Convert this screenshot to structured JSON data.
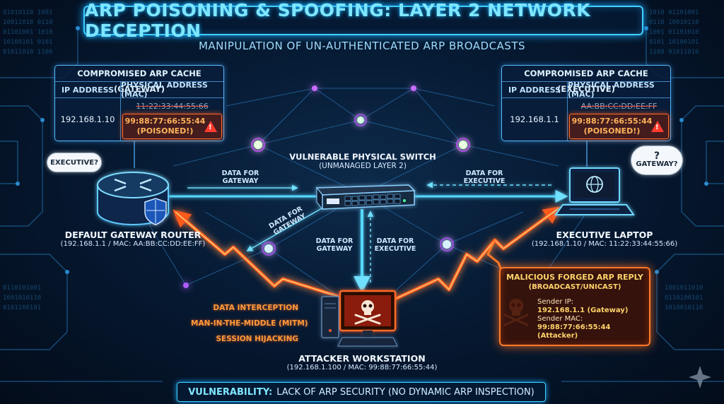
{
  "title": "ARP POISONING & SPOOFING: LAYER 2 NETWORK DECEPTION",
  "subtitle": "MANIPULATION OF UN-AUTHENTICATED ARP BROADCASTS",
  "cache_gateway": {
    "title": "COMPROMISED ARP CACHE (GATEWAY)",
    "col_ip": "IP ADDRESS",
    "col_mac": "PHYSICAL ADDRESS (MAC)",
    "ip": "192.168.1.10",
    "old_mac": "11:22:33:44:55:66",
    "new_mac": "99:88:77:66:55:44",
    "status": "(POISONED!)"
  },
  "cache_exec": {
    "title": "COMPROMISED ARP CACHE (EXECUTIVE)",
    "col_ip": "IP ADDRESS",
    "col_mac": "PHYSICAL ADDRESS (MAC)",
    "ip": "192.168.1.1",
    "old_mac": "AA:BB:CC:DD:EE:FF",
    "new_mac": "99:88:77:66:55:44",
    "status": "(POISONED!)"
  },
  "router": {
    "name": "DEFAULT GATEWAY ROUTER",
    "sub": "(192.168.1.1 / MAC: AA:BB:CC:DD:EE:FF)",
    "thought": "EXECUTIVE?"
  },
  "laptop": {
    "name": "EXECUTIVE LAPTOP",
    "sub": "(192.168.1.10 / MAC: 11:22:33:44:55:66)",
    "thought_q": "?",
    "thought": "GATEWAY?"
  },
  "switch": {
    "name": "VULNERABLE PHYSICAL SWITCH",
    "sub": "(UNMANAGED LAYER 2)"
  },
  "attacker": {
    "name": "ATTACKER WORKSTATION",
    "sub": "(192.168.1.100 / MAC: 99:88:77:66:55:44)",
    "threats": [
      "DATA INTERCEPTION",
      "MAN-IN-THE-MIDDLE (MITM)",
      "SESSION HIJACKING"
    ]
  },
  "flows": {
    "left_top": [
      "DATA FOR",
      "GATEWAY"
    ],
    "right_top": [
      "DATA FOR",
      "EXECUTIVE"
    ],
    "diag": [
      "DATA FOR",
      "GATEWAY"
    ],
    "down_left": [
      "DATA FOR",
      "GATEWAY"
    ],
    "down_right": [
      "DATA FOR",
      "EXECUTIVE"
    ]
  },
  "forged": {
    "title": "MALICIOUS FORGED ARP REPLY",
    "sub": "(BROADCAST/UNICAST)",
    "ip_label": "Sender IP:",
    "ip_value": "192.168.1.1 (Gateway)",
    "mac_label": "Sender MAC:",
    "mac_value": "99:88:77:66:55:44 (Attacker)"
  },
  "footer": {
    "label": "VULNERABILITY:",
    "text": "LACK OF ARP SECURITY (NO DYNAMIC ARP INSPECTION)"
  },
  "colors": {
    "accent": "#3fd0ff",
    "attack": "#ff6a2a",
    "poison": "#ffb35a",
    "background": "#061a33"
  }
}
